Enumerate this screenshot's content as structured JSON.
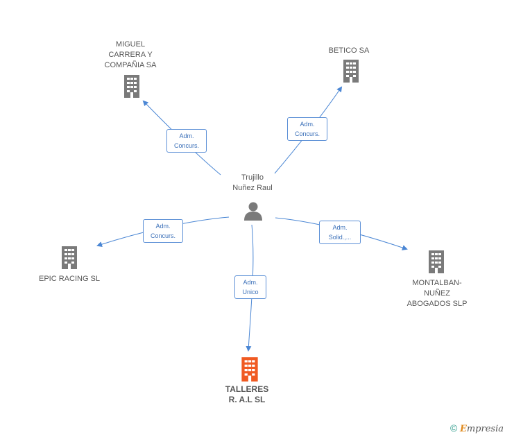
{
  "center_person": {
    "name": "Trujillo\nNuñez Raul",
    "icon": "person-icon"
  },
  "companies": {
    "miguel": {
      "name": "MIGUEL\nCARRERA Y\nCOMPAÑIA SA",
      "icon": "building-icon"
    },
    "betico": {
      "name": "BETICO SA",
      "icon": "building-icon"
    },
    "epic": {
      "name": "EPIC RACING SL",
      "icon": "building-icon"
    },
    "montalban": {
      "name": "MONTALBAN-\nNUÑEZ\nABOGADOS SLP",
      "icon": "building-icon"
    },
    "talleres": {
      "name": "TALLERES\nR. A.L SL",
      "icon": "building-icon",
      "highlight": true
    }
  },
  "relations": {
    "miguel": "Adm.\nConcurs.",
    "betico": "Adm.\nConcurs.",
    "epic": "Adm.\nConcurs.",
    "montalban": "Adm.\nSolid.,...",
    "talleres": "Adm.\nUnico"
  },
  "footer": {
    "copyright": "©",
    "brand_initial": "E",
    "brand_rest": "mpresia"
  },
  "colors": {
    "edge": "#4a86d4",
    "icon_gray": "#7a7a7a",
    "icon_highlight": "#f05a22",
    "label_text": "#3a6fb8"
  }
}
